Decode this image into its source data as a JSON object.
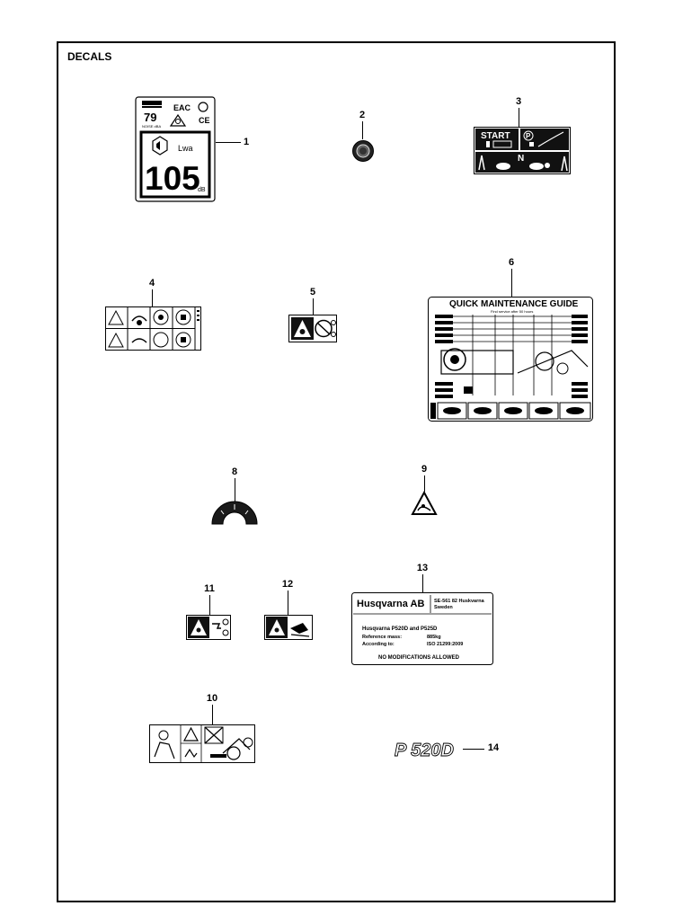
{
  "page": {
    "title": "DECALS"
  },
  "callouts": {
    "n1": "1",
    "n2": "2",
    "n3": "3",
    "n4": "4",
    "n5": "5",
    "n6": "6",
    "n7_8": "8",
    "n9": "9",
    "n10": "10",
    "n11": "11",
    "n12": "12",
    "n13": "13",
    "n14": "14"
  },
  "decal_1": {
    "top_number": "79",
    "top_small_text": "NOISE dBA",
    "eac_mark": "EAC",
    "ce_mark": "CE",
    "lwa_text": "Lwa",
    "db_value": "105",
    "db_unit": "dB"
  },
  "decal_3": {
    "start_label": "START",
    "p_label": "P",
    "n_label": "N"
  },
  "decal_6": {
    "title": "QUICK MAINTENANCE GUIDE",
    "subtitle": "Find service after 50 hours"
  },
  "decal_13": {
    "brand": "Husqvarna AB",
    "address_line1": "SE-561 82 Huskvarna",
    "address_line2": "Sweden",
    "models": "Husqvarna P520D and P525D",
    "mass_label": "Reference mass:",
    "mass_value": "885kg",
    "standard_label": "According to:",
    "standard_value": "ISO 21299:2009",
    "notice": "NO MODIFICATIONS ALLOWED"
  },
  "decal_14": {
    "model_text": "P 520D"
  }
}
